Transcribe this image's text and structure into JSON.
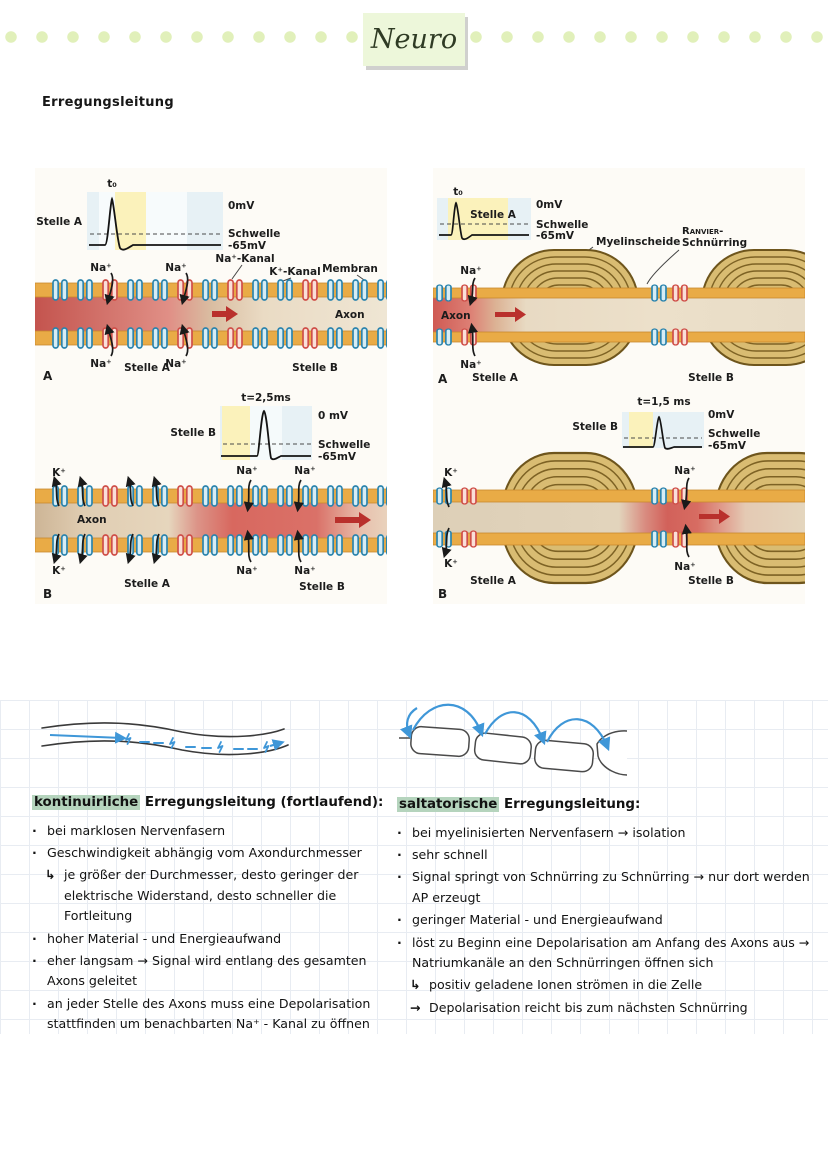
{
  "header": {
    "badge": "Neuro",
    "page_title": "Erregungsleitung"
  },
  "fig": {
    "t0": "t₀",
    "t25": "t=2,5ms",
    "t15": "t=1,5 ms",
    "mv0": "0mV",
    "mv0_spaced": "0 mV",
    "threshold": "Schwelle",
    "mv_rest": "-65mV",
    "site_a": "Stelle A",
    "site_b": "Stelle B",
    "na": "Na⁺",
    "k": "K⁺",
    "axon": "Axon",
    "na_channel": "Na⁺-Kanal",
    "k_channel": "K⁺-Kanal",
    "membrane": "Membran",
    "myelin": "Myelinscheide",
    "ranvier_1": "Ranvier-",
    "ranvier_2": "Schnürring",
    "panel_a": "A",
    "panel_b": "B"
  },
  "notes": {
    "left": {
      "heading_highlight": "kontinuirliche",
      "heading_rest": " Erregungsleitung (fortlaufend):",
      "items": [
        {
          "prefix": "·",
          "text": "bei marklosen Nervenfasern"
        },
        {
          "prefix": "·",
          "text": "Geschwindigkeit abhängig vom Axondurchmesser"
        },
        {
          "prefix": "↳",
          "text": "je größer der Durchmesser, desto geringer der elektrische Widerstand, desto schneller die Fortleitung"
        },
        {
          "prefix": "·",
          "text": "hoher Material - und Energieaufwand"
        },
        {
          "prefix": "·",
          "text": "eher langsam → Signal wird entlang des gesamten Axons geleitet"
        },
        {
          "prefix": "·",
          "text": "an jeder Stelle des Axons muss eine Depolarisation stattfinden um benachbarten Na⁺ - Kanal zu öffnen"
        }
      ]
    },
    "right": {
      "heading_highlight": "saltatorische",
      "heading_rest": " Erregungsleitung:",
      "items": [
        {
          "prefix": "·",
          "text": "bei myelinisierten Nervenfasern → isolation"
        },
        {
          "prefix": "·",
          "text": "sehr schnell"
        },
        {
          "prefix": "·",
          "text": "Signal springt von Schnürring zu Schnürring → nur dort werden AP erzeugt"
        },
        {
          "prefix": "·",
          "text": "geringer Material - und Energieaufwand"
        },
        {
          "prefix": "·",
          "text": "löst zu Beginn eine Depolarisation am Anfang des Axons aus → Natriumkanäle an den Schnürringen öffnen sich"
        },
        {
          "prefix": "↳",
          "text": "positiv geladene Ionen strömen in die Zelle"
        },
        {
          "prefix": "→",
          "text": "Depolarisation reicht bis zum nächsten Schnürring"
        }
      ]
    }
  },
  "colors": {
    "dot": "#e1f0ba",
    "badge_bg": "#edf7da",
    "highlight": "#b5d4bd",
    "membrane": "#e9ab46",
    "depolarized": "#d2605a",
    "myelin": "#d9bc72",
    "channel_blue": "#2c84ad",
    "channel_red": "#cf4f49",
    "arrow_red": "#b9302c",
    "ink_blue": "#3f97d8"
  }
}
